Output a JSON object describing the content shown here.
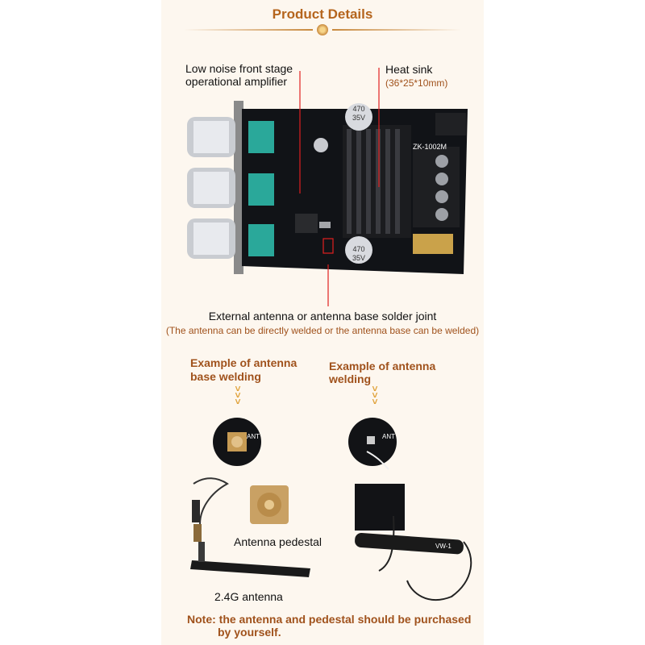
{
  "header": {
    "title": "Product Details"
  },
  "callouts": {
    "amp_line1": "Low noise front stage",
    "amp_line2": "operational amplifier",
    "heatsink_title": "Heat sink",
    "heatsink_size": "(36*25*10mm)",
    "antenna_joint_title": "External antenna or antenna base solder joint",
    "antenna_joint_sub": "(The antenna can be directly welded or the antenna base can be welded)"
  },
  "examples": {
    "base_line1": "Example of antenna",
    "base_line2": "base welding",
    "weld_line1": "Example of antenna",
    "weld_line2": "welding"
  },
  "parts": {
    "pedestal": "Antenna pedestal",
    "antenna": "2.4G antenna"
  },
  "board_text": {
    "cap1": "470",
    "cap2": "35V",
    "model": "ZK-1002M",
    "ant": "ANT",
    "wire": "VW-1"
  },
  "note": {
    "line1": "Note: the antenna and pedestal should be purchased",
    "line2": "by yourself."
  },
  "colors": {
    "accent": "#b5651d",
    "callout_red": "#e02020",
    "panel": "#fdf7ef"
  }
}
